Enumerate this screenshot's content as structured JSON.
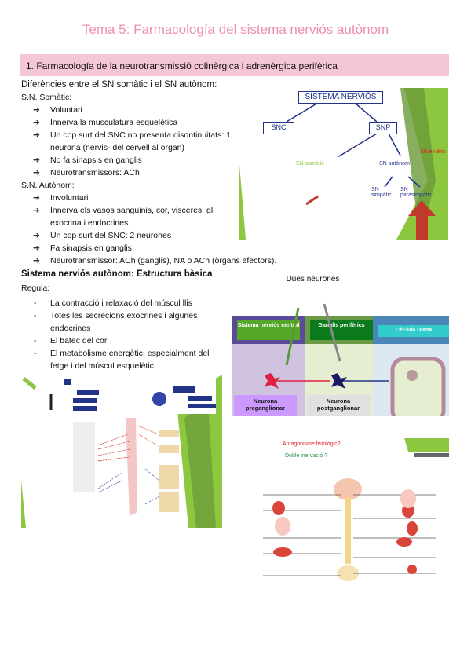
{
  "title": "Tema 5: Farmacología del sistema nerviós autònom",
  "section": "1. Farmacología de la neurotransmissió colinèrgica i adrenèrgica perifèrica",
  "intro": "Diferències entre el SN somàtic i el SN autònom:",
  "somatic": {
    "heading": "S.N. Somàtic:",
    "items": [
      "Voluntari",
      "Innerva la musculatura esquelètica",
      "Un cop surt del SNC no presenta disontinuitats: 1",
      "neurona (nervis- del cervell al organ)",
      "No fa sinapsis en ganglis",
      "Neurotransmissors: ACh"
    ]
  },
  "autonom": {
    "heading": "S.N. Autònom:",
    "items": [
      "Involuntari",
      "Innerva els vasos sanguinis, cor, visceres, gl.",
      "exocrina i endocrines.",
      "Un cop surt del SNC: 2 neurones",
      "Fa sinapsis en ganglis",
      "Neurotransmissor: ACh (ganglis), NA o ACh (òrgans efectors)."
    ]
  },
  "structure": {
    "heading": "Sistema nerviós autònom: Estructura bàsica",
    "regula": "Regula:",
    "items": [
      "La contracció i relaxació del múscul llis",
      "Totes les secrecions exocrines i algunes",
      "endocrines",
      "El batec del cor",
      "El metabolisme energètic, especialment del",
      "fetge i del múscul esquelètic"
    ]
  },
  "diagram1": {
    "root": "SISTEMA NERVIÓS",
    "snc": "SNC",
    "snp": "SNP",
    "somatic": "SN somàtic",
    "autonom": "SN autònom",
    "simpatic": "SN simpàtic",
    "parasimpatic": "SN parasimpàtic",
    "enteric": "SN entèric"
  },
  "diagram2": {
    "title": "Dues neurones",
    "cns": "Sistema nerviós central",
    "ganglia": "Ganglis perifèrics",
    "target": "Cèl·lula Diana",
    "pre": "Neurona preganglionar",
    "post": "Neurona postganglionar"
  },
  "diagram4": {
    "q1": "Antagonisme fisiològic?",
    "q2": "Doble inervació ?"
  },
  "colors": {
    "title": "#ee8fb0",
    "bar": "#f5c6d6",
    "green": "#8dc63f",
    "navy": "#223388"
  }
}
